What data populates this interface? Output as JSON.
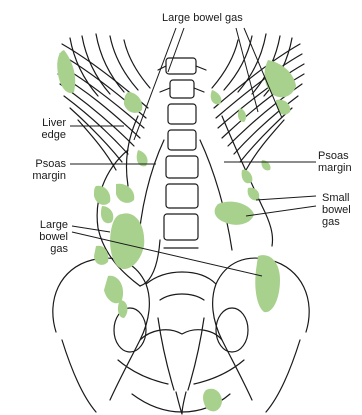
{
  "colors": {
    "gas": "#a9d18e",
    "ink": "#1a1a1a",
    "background": "#ffffff"
  },
  "labels": {
    "large_bowel_gas_top": "Large bowel gas",
    "liver_edge_line1": "Liver",
    "liver_edge_line2": "edge",
    "psoas_left_line1": "Psoas",
    "psoas_left_line2": "margin",
    "psoas_right_line1": "Psoas",
    "psoas_right_line2": "margin",
    "small_bowel_line1": "Small",
    "small_bowel_line2": "bowel",
    "small_bowel_line3": "gas",
    "large_bowel_left_line1": "Large",
    "large_bowel_left_line2": "bowel",
    "large_bowel_left_line3": "gas"
  }
}
